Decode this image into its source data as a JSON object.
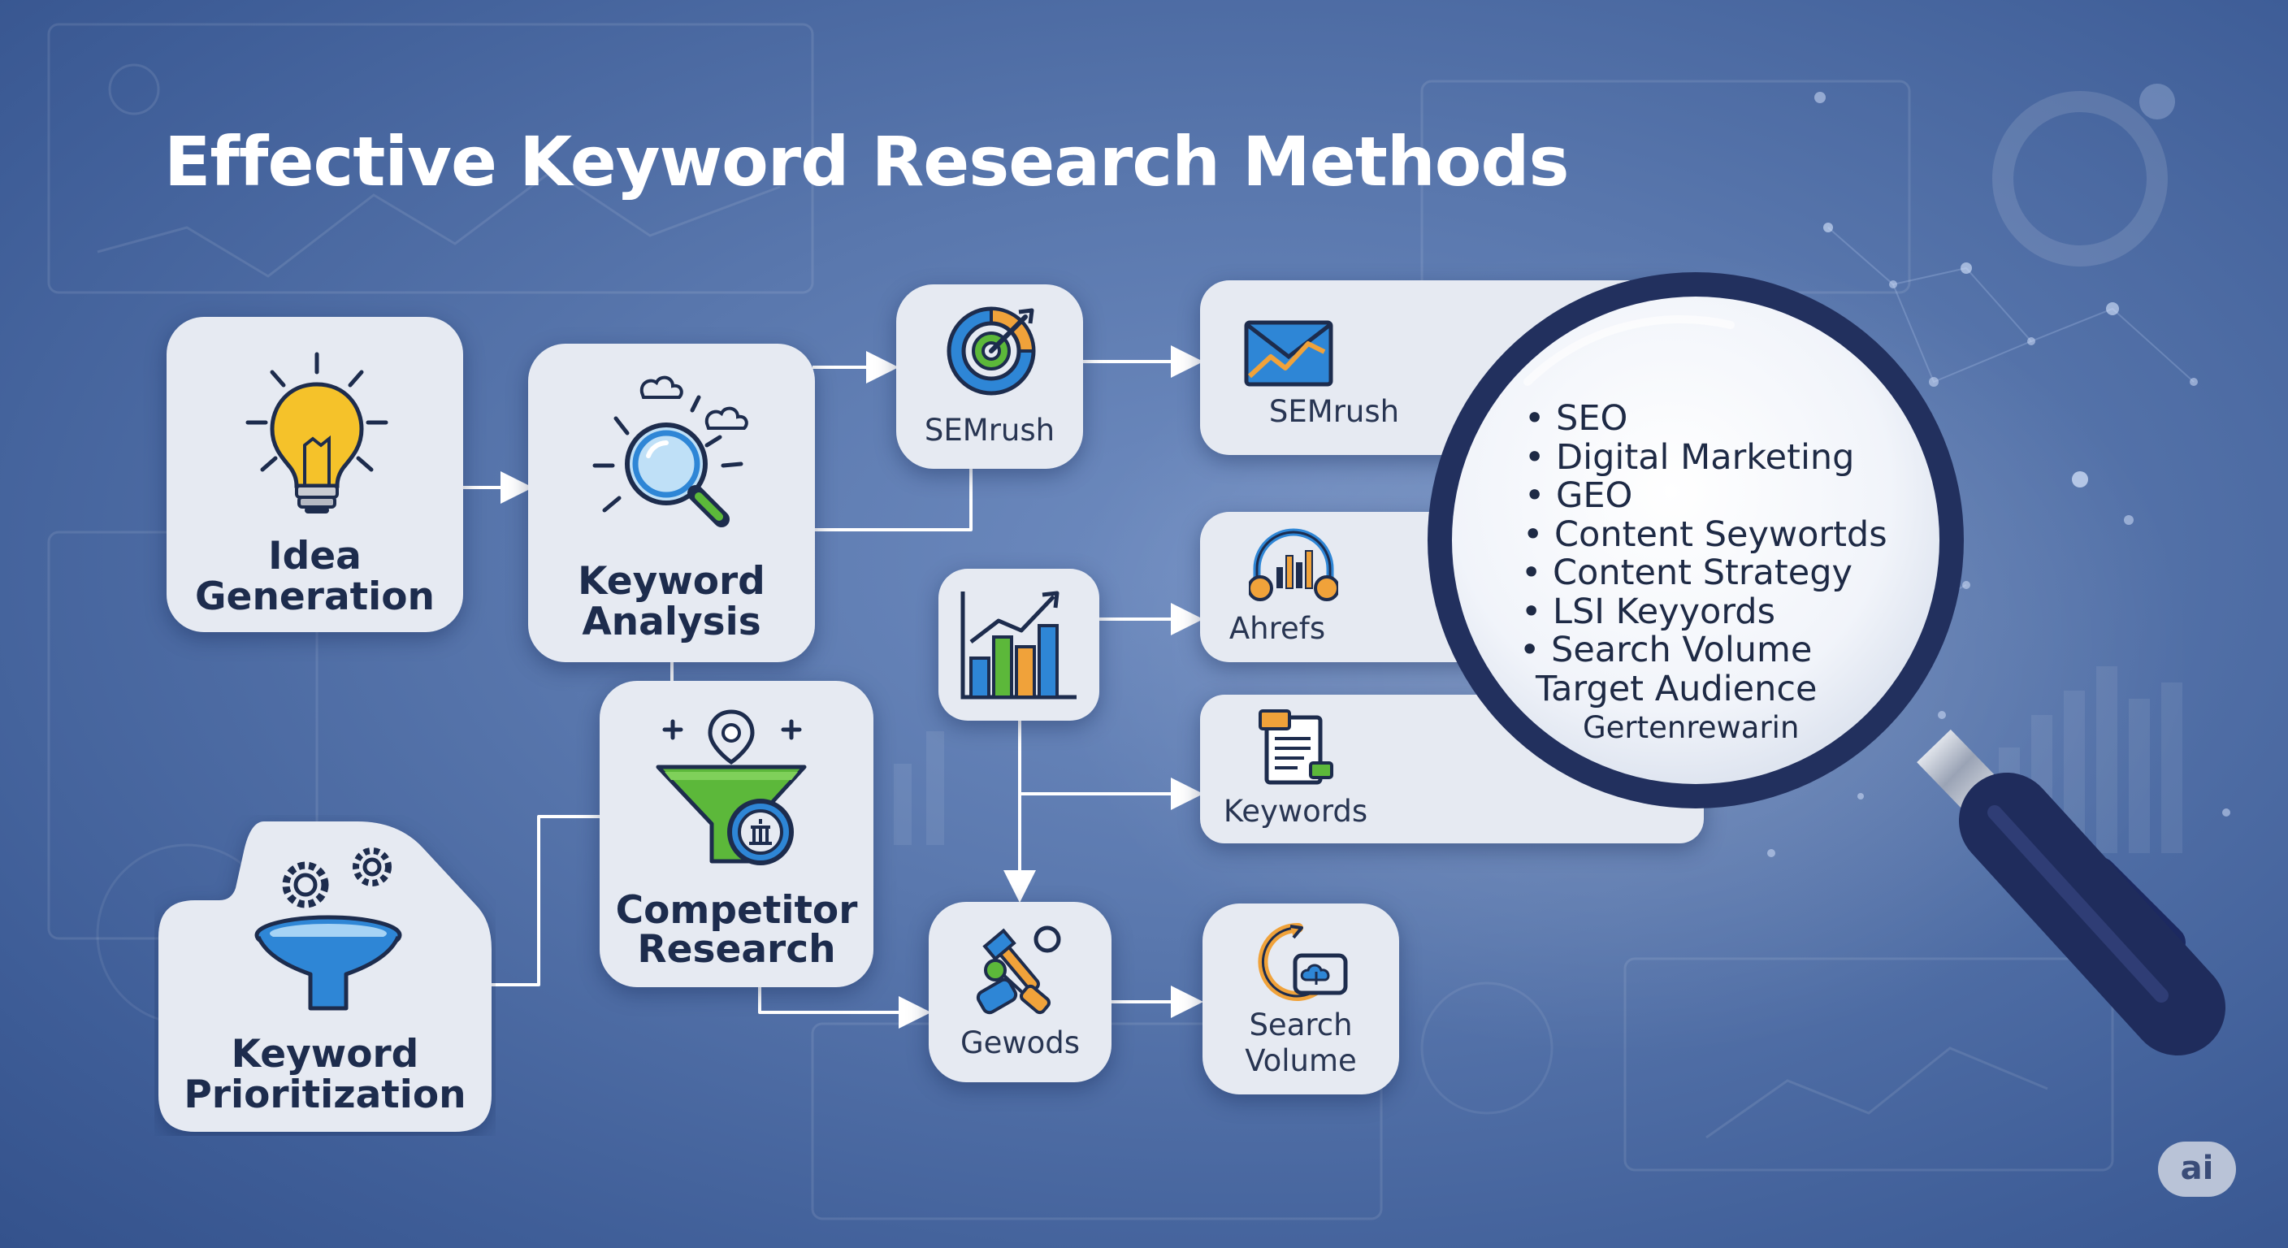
{
  "title": "Effective Keyword Research Methods",
  "nodes": {
    "idea_generation": {
      "line1": "Idea",
      "line2": "Generation",
      "icon": "lightbulb-icon"
    },
    "keyword_analysis": {
      "line1": "Keyword",
      "line2": "Analysis",
      "icon": "magnifier-icon"
    },
    "competitor_research": {
      "line1": "Competitor",
      "line2": "Research",
      "icon": "funnel-pin-icon"
    },
    "keyword_prioritization": {
      "line1": "Keyword",
      "line2": "Prioritization",
      "icon": "funnel-gears-icon"
    },
    "semrush_target": {
      "label": "SEMrush",
      "icon": "target-icon"
    },
    "semrush_tool": {
      "label": "SEMrush",
      "icon": "envelope-chart-icon"
    },
    "growth_chart": {
      "icon": "bar-chart-icon"
    },
    "ahrefs": {
      "label": "Ahrefs",
      "icon": "headphones-chart-icon"
    },
    "keywords": {
      "label": "Keywords",
      "icon": "document-list-icon"
    },
    "gewods": {
      "label": "Gewods",
      "icon": "tools-icon"
    },
    "search_volume": {
      "line1": "Search",
      "line2": "Volume",
      "icon": "search-cloud-icon"
    }
  },
  "magnifier_list": [
    "• SEO",
    "• Digital Marketing",
    "• GEO",
    "• Content Seywortds",
    "• Content Strategy",
    "• LSI Keyyords",
    "• Search Volume",
    "Target Audience",
    "Gertenrewarin"
  ],
  "badge": "ai",
  "colors": {
    "background": "#5977ad",
    "card": "#e6eaf2",
    "text": "#1d2c4d",
    "lens_rim": "#22305e",
    "handle": "#1f2c5c",
    "bulb": "#f5c22a",
    "blue": "#2e86d6",
    "green": "#5cb83a",
    "orange": "#f0a23a"
  }
}
